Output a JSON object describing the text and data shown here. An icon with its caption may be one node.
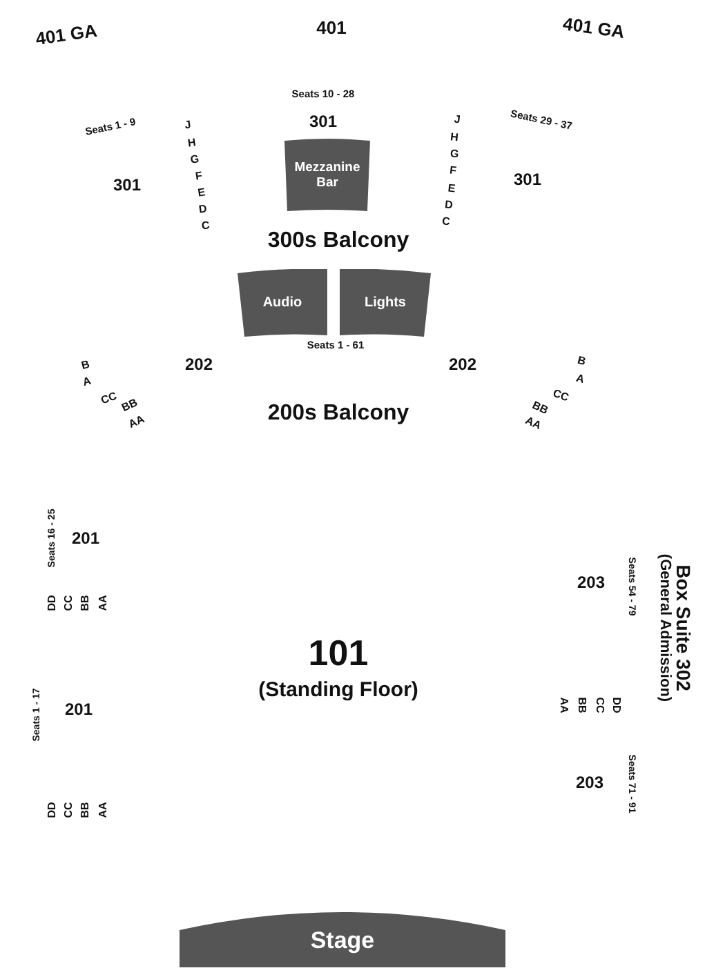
{
  "diagram": {
    "nodes": [
      {
        "text": [
          "Mezzanine Bar"
        ]
      },
      {
        "text": [
          "Audio"
        ]
      },
      {
        "text": [
          "Lights"
        ]
      },
      {
        "text": [
          "Stage"
        ]
      }
    ],
    "edges": [],
    "labels": [
      "401 GA",
      "401",
      "401 GA",
      "Seats 10 - 28",
      "Seats 1 - 9",
      "J",
      "H",
      "G",
      "F",
      "E",
      "D",
      "C",
      "301",
      "Seats 29 - 37",
      "J",
      "H",
      "G",
      "F",
      "E",
      "D",
      "C",
      "301",
      "301",
      "300s Balcony",
      "Seats 1 - 61",
      "202",
      "202",
      "B",
      "A",
      "CC",
      "BB",
      "AA",
      "B",
      "A",
      "CC",
      "BB",
      "AA",
      "200s Balcony",
      "Seats 16 - 25",
      "201",
      "DD",
      "CC",
      "BB",
      "AA",
      "Box Suite 302",
      "(General Admission)",
      "Seats 54 - 79",
      "203",
      "101",
      "(Standing Floor)",
      "DD",
      "CC",
      "BB",
      "AA",
      "Seats 1 - 17",
      "201",
      "203",
      "Seats 71 - 91",
      "DD",
      "CC",
      "BB",
      "AA"
    ]
  }
}
